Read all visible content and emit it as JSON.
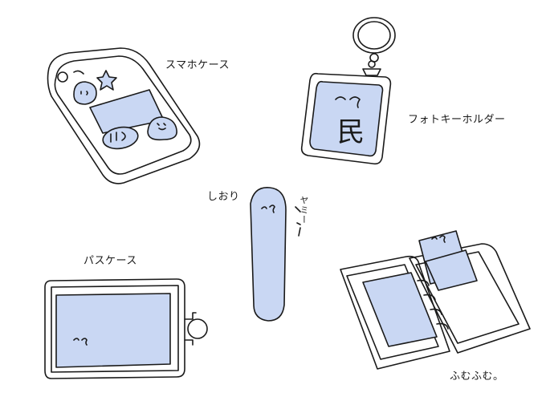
{
  "labels": {
    "phone_case": "スマホケース",
    "photo_keyholder": "フォトキーホルダー",
    "bookmark": "しおり",
    "bookmark_sound": "ヤミー",
    "pass_case": "パスケース",
    "notebook_caption": "ふむふむ。",
    "keyholder_char": "民"
  },
  "colors": {
    "fill": "#c9d7f3",
    "stroke": "#1a1a1a",
    "background": "#ffffff"
  }
}
